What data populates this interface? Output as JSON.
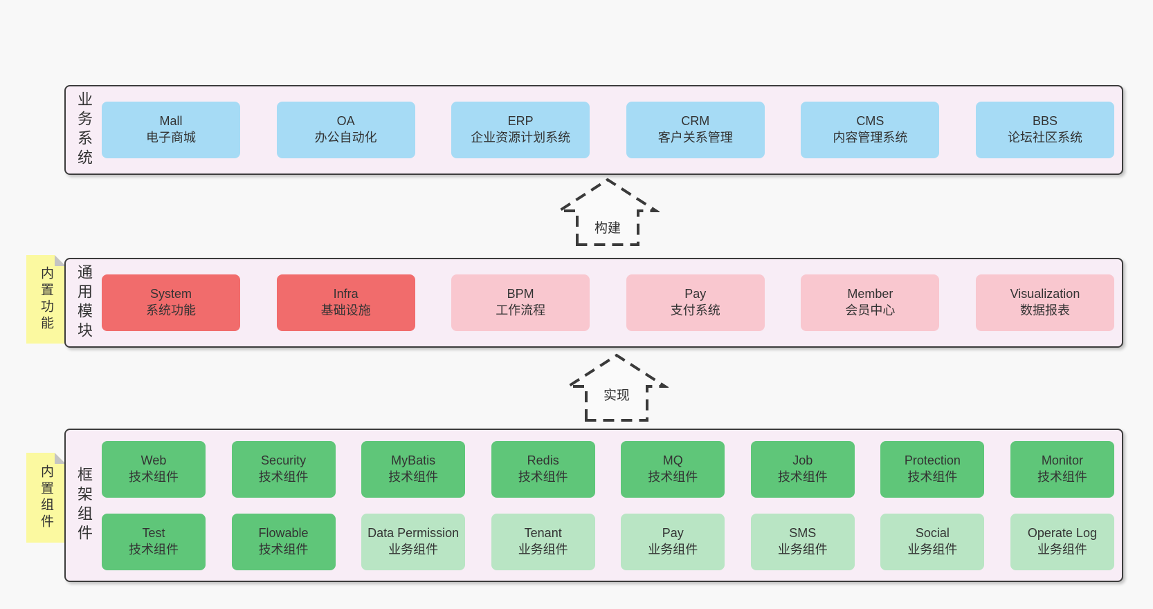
{
  "colors": {
    "page_bg": "#f8f8f8",
    "layer_bg": "#f8edf6",
    "layer_border": "#3c3c3c",
    "blue_box": "#a6dbf5",
    "red_box": "#f16c6c",
    "pink_box": "#f9c7cf",
    "green_box": "#5fc679",
    "light_green_box": "#b9e5c4",
    "sticky_yellow": "#fbf9a0",
    "text": "#333333"
  },
  "arrows": [
    {
      "label": "构建"
    },
    {
      "label": "实现"
    }
  ],
  "layers": [
    {
      "label": "业务系统",
      "boxes": [
        {
          "title": "Mall",
          "subtitle": "电子商城",
          "type": "blue"
        },
        {
          "title": "OA",
          "subtitle": "办公自动化",
          "type": "blue"
        },
        {
          "title": "ERP",
          "subtitle": "企业资源计划系统",
          "type": "blue"
        },
        {
          "title": "CRM",
          "subtitle": "客户关系管理",
          "type": "blue"
        },
        {
          "title": "CMS",
          "subtitle": "内容管理系统",
          "type": "blue"
        },
        {
          "title": "BBS",
          "subtitle": "论坛社区系统",
          "type": "blue"
        }
      ]
    },
    {
      "label": "通用模块",
      "sticky": "内置功能",
      "boxes": [
        {
          "title": "System",
          "subtitle": "系统功能",
          "type": "red"
        },
        {
          "title": "Infra",
          "subtitle": "基础设施",
          "type": "red"
        },
        {
          "title": "BPM",
          "subtitle": "工作流程",
          "type": "pink"
        },
        {
          "title": "Pay",
          "subtitle": "支付系统",
          "type": "pink"
        },
        {
          "title": "Member",
          "subtitle": "会员中心",
          "type": "pink"
        },
        {
          "title": "Visualization",
          "subtitle": "数据报表",
          "type": "pink"
        }
      ]
    },
    {
      "label": "框架组件",
      "sticky": "内置组件",
      "rows": [
        [
          {
            "title": "Web",
            "subtitle": "技术组件",
            "type": "green"
          },
          {
            "title": "Security",
            "subtitle": "技术组件",
            "type": "green"
          },
          {
            "title": "MyBatis",
            "subtitle": "技术组件",
            "type": "green"
          },
          {
            "title": "Redis",
            "subtitle": "技术组件",
            "type": "green"
          },
          {
            "title": "MQ",
            "subtitle": "技术组件",
            "type": "green"
          },
          {
            "title": "Job",
            "subtitle": "技术组件",
            "type": "green"
          },
          {
            "title": "Protection",
            "subtitle": "技术组件",
            "type": "green"
          },
          {
            "title": "Monitor",
            "subtitle": "技术组件",
            "type": "green"
          }
        ],
        [
          {
            "title": "Test",
            "subtitle": "技术组件",
            "type": "green"
          },
          {
            "title": "Flowable",
            "subtitle": "技术组件",
            "type": "green"
          },
          {
            "title": "Data Permission",
            "subtitle": "业务组件",
            "type": "lightgreen"
          },
          {
            "title": "Tenant",
            "subtitle": "业务组件",
            "type": "lightgreen"
          },
          {
            "title": "Pay",
            "subtitle": "业务组件",
            "type": "lightgreen"
          },
          {
            "title": "SMS",
            "subtitle": "业务组件",
            "type": "lightgreen"
          },
          {
            "title": "Social",
            "subtitle": "业务组件",
            "type": "lightgreen"
          },
          {
            "title": "Operate Log",
            "subtitle": "业务组件",
            "type": "lightgreen"
          }
        ]
      ]
    }
  ]
}
